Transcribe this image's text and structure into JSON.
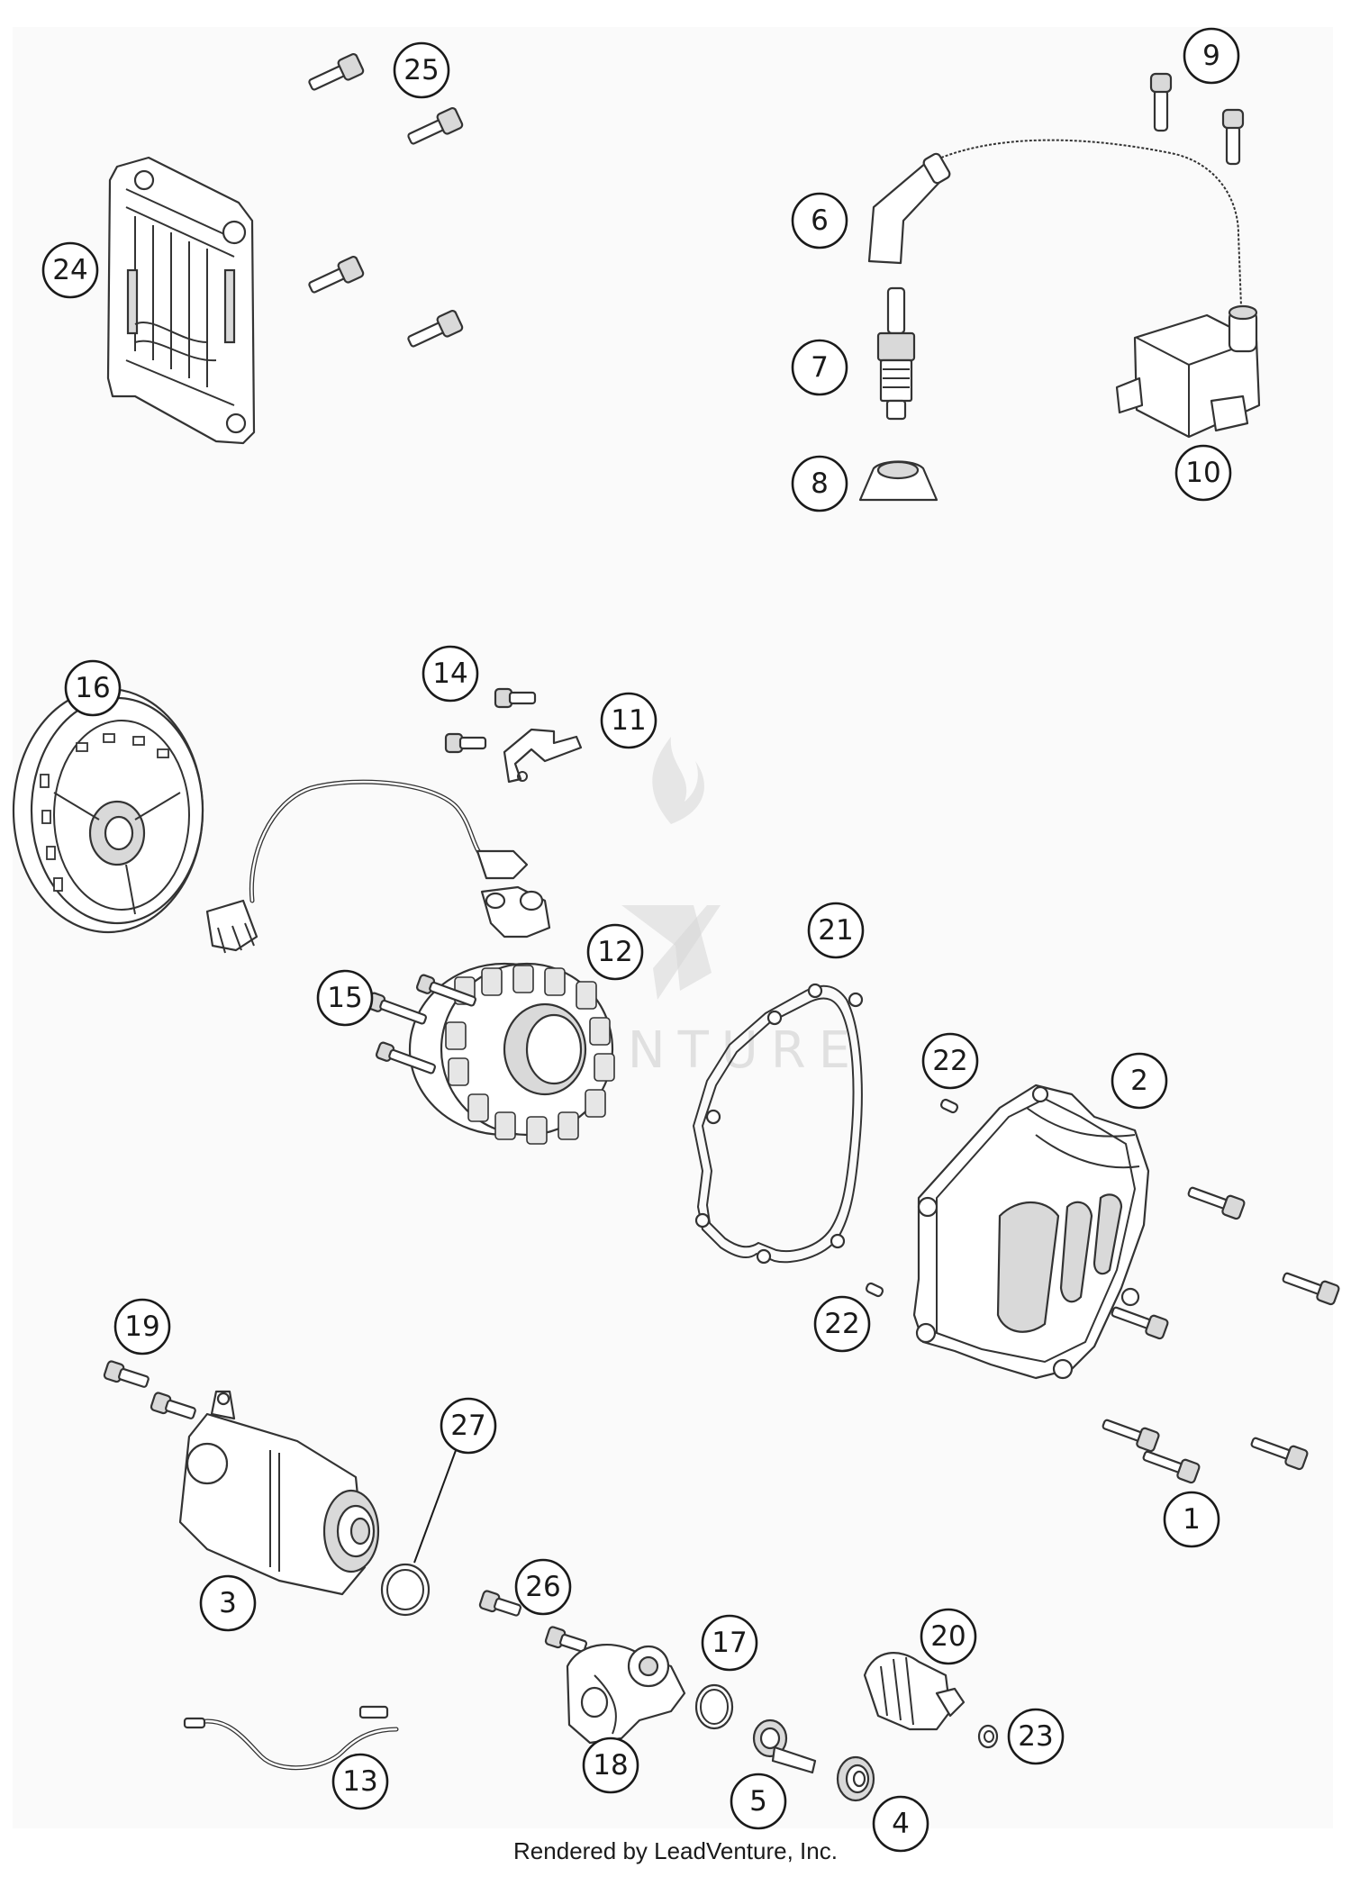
{
  "diagram": {
    "callouts": [
      "1",
      "2",
      "3",
      "4",
      "5",
      "6",
      "7",
      "8",
      "9",
      "10",
      "11",
      "12",
      "13",
      "14",
      "15",
      "16",
      "17",
      "18",
      "19",
      "20",
      "21",
      "22",
      "22",
      "23",
      "24",
      "25",
      "26",
      "27"
    ]
  },
  "watermark": {
    "text": "VENTURE"
  },
  "footer": {
    "text": "Rendered by LeadVenture, Inc."
  }
}
